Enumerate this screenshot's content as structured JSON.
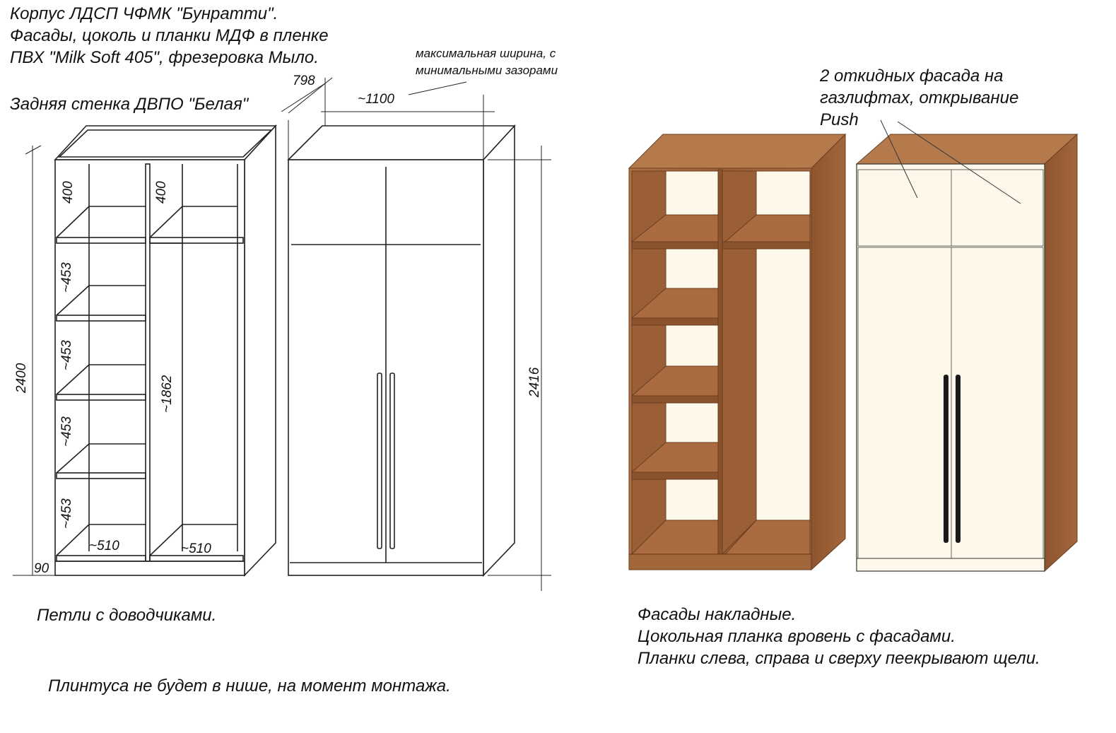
{
  "header_note": {
    "lines": [
      "Корпус ЛДСП ЧФМК \"Бунратти\".",
      "Фасады, цоколь и планки МДФ в пленке",
      "ПВХ \"Milk Soft 405\", фрезеровка Мыло."
    ],
    "back_wall": "Задняя стенка ДВПО \"Белая\""
  },
  "max_width_note": [
    "максимальная ширина, с",
    "минимальными зазорами"
  ],
  "gaslift_note": [
    "2 откидных фасада на",
    "газлифтах, открывание",
    "Push"
  ],
  "dimensions": {
    "total_height": "2400",
    "front_height": "2416",
    "depth": "798",
    "width": "~1100",
    "plinth": "90",
    "top_shelf_left": "400",
    "top_shelf_right": "400",
    "left_shelves": [
      "~453",
      "~453",
      "~453",
      "~453"
    ],
    "hanging_height": "~1862",
    "left_width": "~510",
    "right_width": "~510"
  },
  "bottom_notes": {
    "hinges": "Петли с доводчиками.",
    "plinth": "Плинтуса не будет в нише, на момент монтажа.",
    "facades": [
      "Фасады накладные.",
      "Цокольная планка вровень с фасадами.",
      "Планки слева, справа и сверху пеекрывают щели."
    ]
  },
  "colors": {
    "wood": "#a0643a",
    "wood_dark": "#7c4b29",
    "wood_light": "#b7794a",
    "cream": "#fdf8ea",
    "handle": "#1a1a1a",
    "line": "#222222"
  }
}
